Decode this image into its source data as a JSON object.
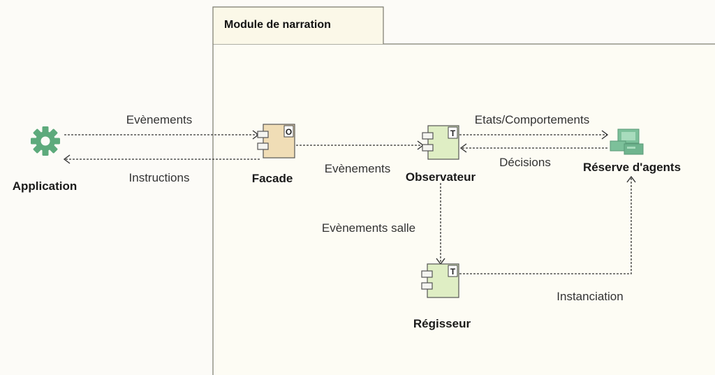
{
  "package": {
    "title": "Module de narration"
  },
  "nodes": {
    "application": {
      "label": "Application",
      "icon": "gear-icon",
      "color": "#5daa7c"
    },
    "facade": {
      "label": "Facade",
      "stereotype": "O",
      "icon": "component-icon",
      "color": "#f0ddb6"
    },
    "observateur": {
      "label": "Observateur",
      "stereotype": "T",
      "icon": "component-icon",
      "color": "#dfeec4"
    },
    "regisseur": {
      "label": "Régisseur",
      "stereotype": "T",
      "icon": "component-icon",
      "color": "#dfeec4"
    },
    "reserve": {
      "label": "Réserve d'agents",
      "icon": "computer-icon",
      "color": "#7cc09a"
    }
  },
  "edges": {
    "app_to_facade": "Evènements",
    "facade_to_app": "Instructions",
    "facade_to_observateur": "Evènements",
    "observateur_to_reserve": "Etats/Comportements",
    "reserve_to_observateur": "Décisions",
    "observateur_to_regisseur": "Evènements salle",
    "regisseur_to_reserve": "Instanciation"
  }
}
